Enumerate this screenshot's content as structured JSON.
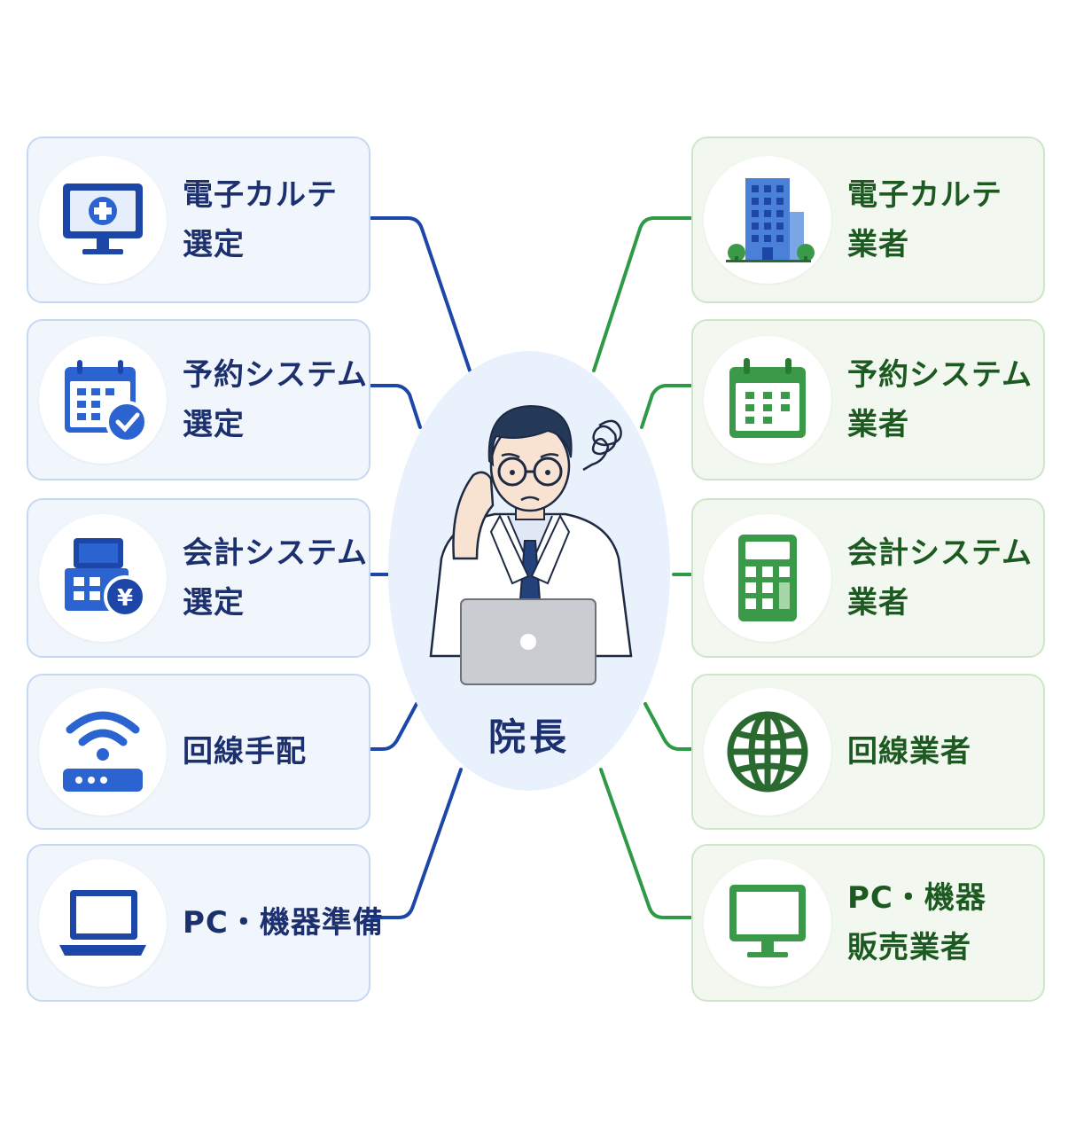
{
  "center": {
    "title": "院長"
  },
  "left_items": [
    {
      "line1": "電子カルテ",
      "line2": "選定",
      "icon": "monitor-medical-icon"
    },
    {
      "line1": "予約システム",
      "line2": "選定",
      "icon": "calendar-check-icon"
    },
    {
      "line1": "会計システム",
      "line2": "選定",
      "icon": "register-yen-icon"
    },
    {
      "line1": "回線手配",
      "line2": "",
      "icon": "wifi-router-icon"
    },
    {
      "line1": "PC・機器準備",
      "line2": "",
      "icon": "laptop-icon"
    }
  ],
  "right_items": [
    {
      "line1": "電子カルテ",
      "line2": "業者",
      "icon": "office-building-icon"
    },
    {
      "line1": "予約システム",
      "line2": "業者",
      "icon": "calendar-icon"
    },
    {
      "line1": "会計システム",
      "line2": "業者",
      "icon": "calculator-icon"
    },
    {
      "line1": "回線業者",
      "line2": "",
      "icon": "globe-icon"
    },
    {
      "line1": "PC・機器",
      "line2": "販売業者",
      "icon": "desktop-monitor-icon"
    }
  ],
  "colors": {
    "left_accent": "#1c46a8",
    "right_accent": "#2e9a46",
    "left_text": "#1c2f6e",
    "right_text": "#1c5a22"
  }
}
